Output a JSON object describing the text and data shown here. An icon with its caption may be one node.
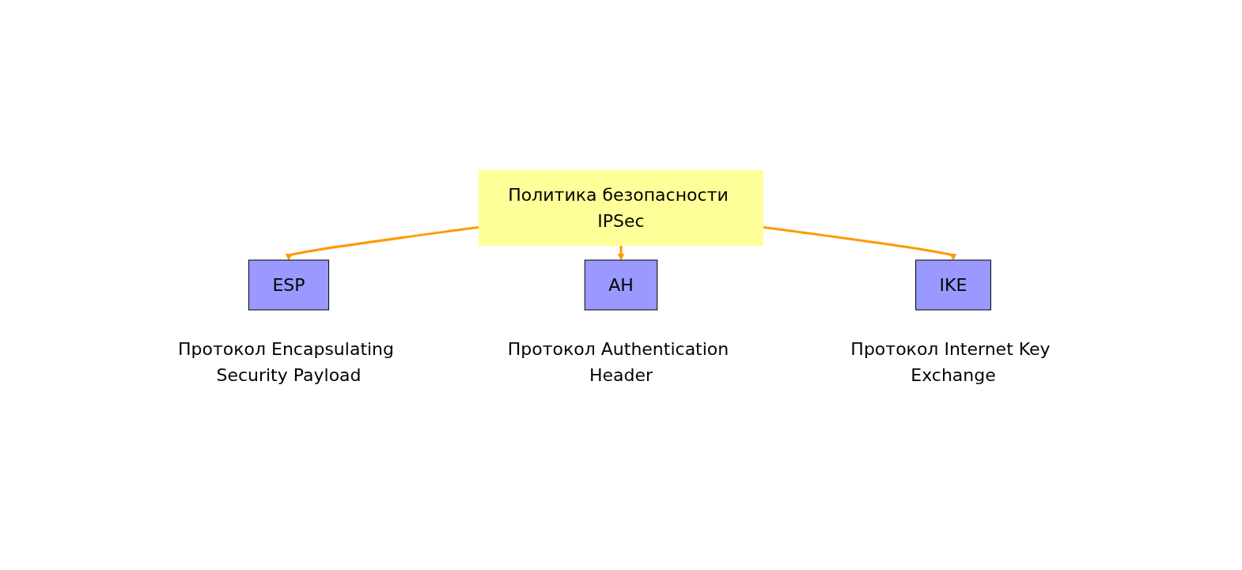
{
  "diagram": {
    "nodes": [
      {
        "text": [
          "ESP"
        ],
        "beside": [
          "Протокол Encapsulating Security Payload"
        ]
      },
      {
        "text": [
          "AH"
        ],
        "beside": [
          "Протокол Authentication Header"
        ]
      },
      {
        "text": [
          "Политика безопасности IPSec"
        ]
      },
      {
        "text": [
          "IKE"
        ],
        "beside": [
          "Протокол Internet Key Exchange"
        ]
      }
    ],
    "edges": [
      {
        "from": 2,
        "to": 0,
        "arrow": "to"
      },
      {
        "from": 2,
        "to": 1,
        "arrow": "to"
      },
      {
        "from": 2,
        "to": 3,
        "arrow": "to"
      }
    ]
  }
}
